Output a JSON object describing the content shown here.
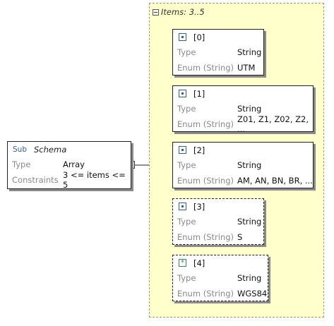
{
  "schema": {
    "sub_label": "Sub",
    "name": "Schema",
    "rows": [
      {
        "key": "Type",
        "value": "Array"
      },
      {
        "key": "Constraints",
        "value": "3 <= items <= 5"
      }
    ]
  },
  "items_group": {
    "label": "Items: 3..5",
    "items": [
      {
        "index": "[0]",
        "icon": "object-icon",
        "type_key": "Type",
        "type_value": "String",
        "enum_key": "Enum (String)",
        "enum_value": "UTM"
      },
      {
        "index": "[1]",
        "icon": "object-icon",
        "type_key": "Type",
        "type_value": "String",
        "enum_key": "Enum (String)",
        "enum_value": "Z01, Z1, Z02, Z2, ..."
      },
      {
        "index": "[2]",
        "icon": "object-icon",
        "type_key": "Type",
        "type_value": "String",
        "enum_key": "Enum (String)",
        "enum_value": "AM, AN, BN, BR, ..."
      },
      {
        "index": "[3]",
        "icon": "object-icon",
        "type_key": "Type",
        "type_value": "String",
        "enum_key": "Enum (String)",
        "enum_value": "S"
      },
      {
        "index": "[4]",
        "icon": "star-icon",
        "type_key": "Type",
        "type_value": "String",
        "enum_key": "Enum (String)",
        "enum_value": "WGS84"
      }
    ]
  }
}
